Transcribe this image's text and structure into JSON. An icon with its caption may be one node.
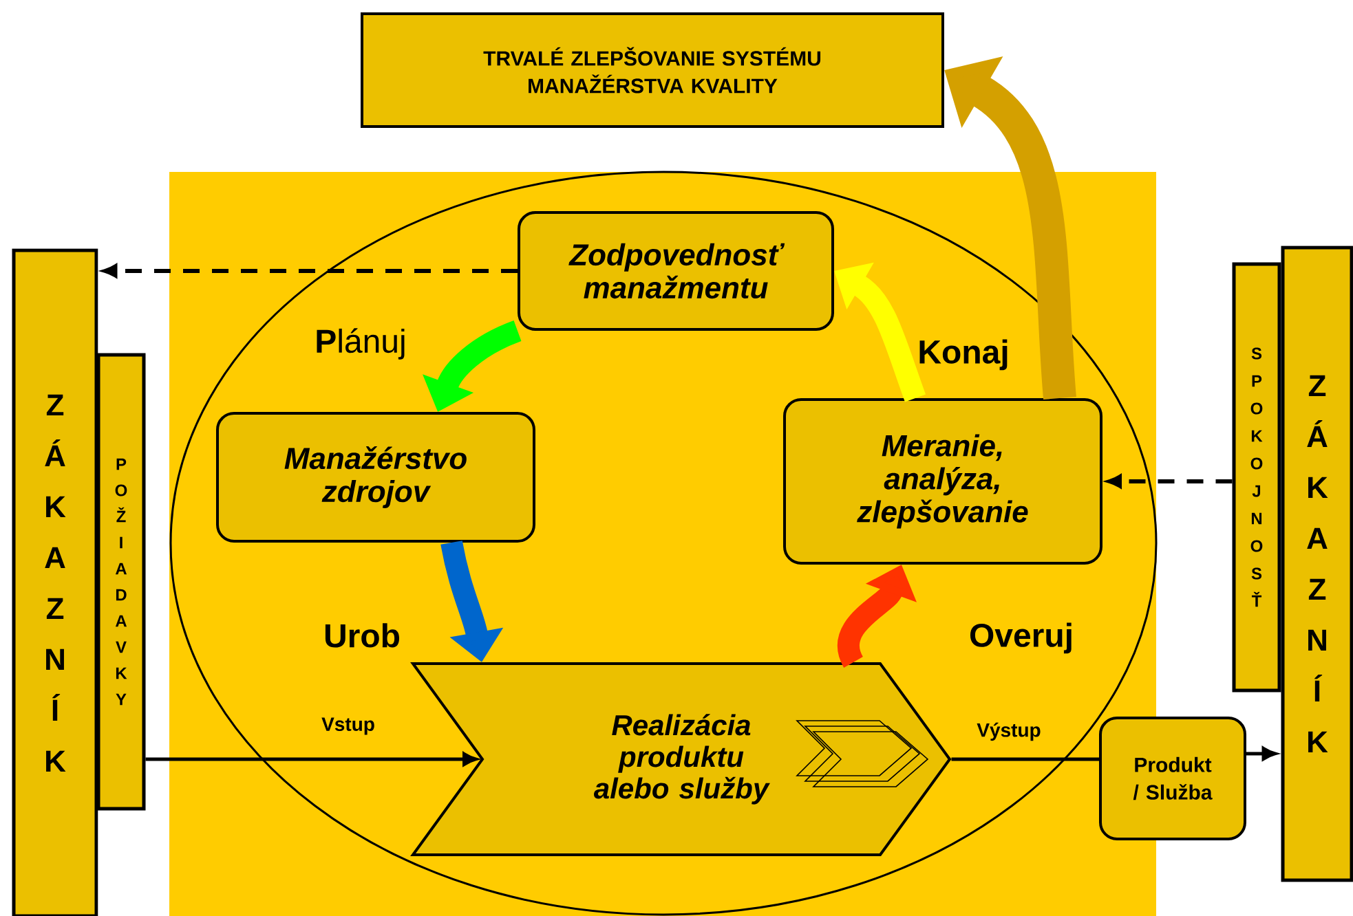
{
  "diagram": {
    "nodes": [
      {
        "text": [
          "TRVALÉ ZLEPŠOVANIE SYSTÉMU MANAŽÉRSTVA KVALITY"
        ]
      },
      {
        "text": [
          "ZÁKAZNÍK"
        ]
      },
      {
        "text": [
          "POŽIADAVKY"
        ]
      },
      {
        "text": [
          "Zodpovednosť manažmentu"
        ]
      },
      {
        "text": [
          "Manažérstvo zdrojov"
        ]
      },
      {
        "text": [
          "Meranie, analýza, zlepšovanie"
        ]
      },
      {
        "text": [
          "Realizácia produktu alebo služby"
        ]
      },
      {
        "text": [
          "Produkt / Služba"
        ]
      },
      {
        "text": [
          "SPOKOJNOSŤ"
        ]
      },
      {
        "text": [
          "ZÁKAZNÍK"
        ]
      }
    ],
    "edges": [
      {
        "from": 3,
        "to": 1,
        "arrow": "to",
        "style": "dashed"
      },
      {
        "from": 3,
        "to": 4,
        "arrow": "to",
        "label": "**P**lánuj",
        "style": "thick",
        "color": "#00ff00"
      },
      {
        "from": 4,
        "to": 6,
        "arrow": "to",
        "label": "Urob",
        "style": "thick",
        "color": "#0066cc"
      },
      {
        "from": 6,
        "to": 5,
        "arrow": "to",
        "label": "Overuj",
        "style": "thick",
        "color": "#ff3300"
      },
      {
        "from": 5,
        "to": 3,
        "arrow": "to",
        "label": "Konaj",
        "style": "thick",
        "color": "#ffff00"
      },
      {
        "from": 5,
        "to": 0,
        "arrow": "to",
        "style": "thick",
        "color": "#d4a000"
      },
      {
        "from": 2,
        "to": 6,
        "arrow": "to",
        "label": "Vstup"
      },
      {
        "from": 6,
        "to": 7,
        "arrow": "none",
        "label": "Výstup"
      },
      {
        "from": 7,
        "to": 9,
        "arrow": "to"
      },
      {
        "from": 8,
        "to": 5,
        "arrow": "to",
        "style": "dashed"
      }
    ]
  }
}
